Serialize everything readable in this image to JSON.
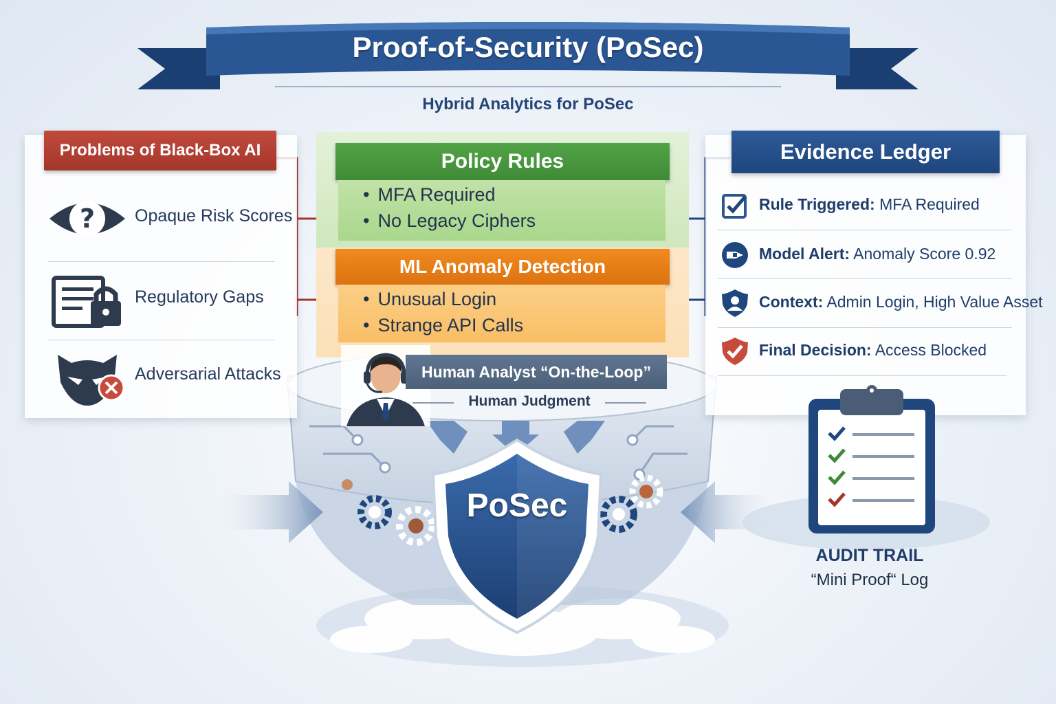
{
  "title": "Proof-of-Security (PoSec)",
  "subtitle": "Hybrid Analytics for PoSec",
  "problems": {
    "header": "Problems of Black-Box AI",
    "items": [
      {
        "label": "Opaque Risk Scores",
        "icon": "eye-question-icon"
      },
      {
        "label": "Regulatory Gaps",
        "icon": "document-lock-icon"
      },
      {
        "label": "Adversarial Attacks",
        "icon": "mask-x-icon"
      }
    ]
  },
  "policy_rules": {
    "header": "Policy Rules",
    "items": [
      "MFA Required",
      "No Legacy Ciphers"
    ]
  },
  "ml_detection": {
    "header": "ML Anomaly Detection",
    "items": [
      "Unusual Login",
      "Strange API Calls"
    ]
  },
  "evidence_ledger": {
    "header": "Evidence Ledger",
    "items": [
      {
        "key": "Rule Triggered:",
        "value": "MFA Required",
        "icon": "checkbox-icon"
      },
      {
        "key": "Model Alert:",
        "value": "Anomaly Score 0.92",
        "icon": "alert-icon"
      },
      {
        "key": "Context:",
        "value": "Admin Login, High Value Asset",
        "icon": "user-shield-icon"
      },
      {
        "key": "Final Decision:",
        "value": "Access Blocked",
        "icon": "shield-check-icon"
      }
    ]
  },
  "human": {
    "banner": "Human Analyst “On-the-Loop”",
    "judgment": "Human Judgment"
  },
  "center": {
    "label": "PoSec"
  },
  "audit": {
    "title": "AUDIT TRAIL",
    "subtitle": "“Mini Proof“ Log"
  },
  "colors": {
    "navy": "#1f467d",
    "red": "#a3372b",
    "green": "#3f8a36",
    "orange": "#dd7311"
  }
}
